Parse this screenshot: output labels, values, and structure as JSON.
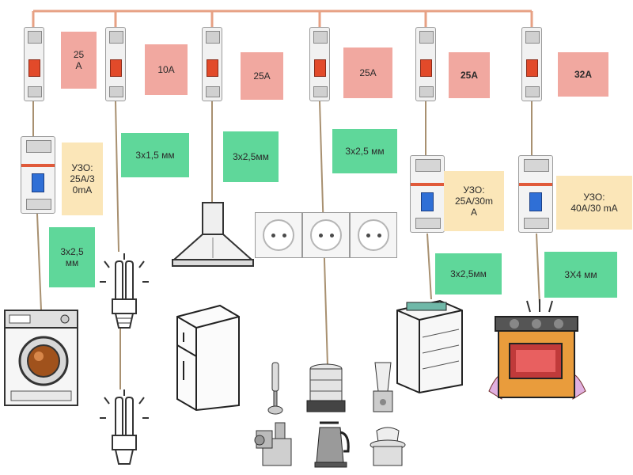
{
  "breakers": [
    {
      "label": "25\nА",
      "bold": false
    },
    {
      "label": "10А",
      "bold": false
    },
    {
      "label": "25А",
      "bold": false
    },
    {
      "label": "25А",
      "bold": false
    },
    {
      "label": "25А",
      "bold": true
    },
    {
      "label": "32А",
      "bold": true
    }
  ],
  "rcd_labels": [
    "УЗО:\n25А/3\n0mA",
    "УЗО:\n25А/30m\nA",
    "УЗО:\n40А/30 mA"
  ],
  "cables": [
    "3х2,5\nмм",
    "3х1,5 мм",
    "3х2,5мм",
    "3х2,5 мм",
    "3х2,5мм",
    "3Х4 мм"
  ],
  "colors": {
    "wire": "#e7a184",
    "breaker_label": "#f1a8a0",
    "cable_label": "#5fd79a",
    "rcd_label": "#fbe6b8"
  },
  "icons": [
    "circuit-breaker-icon",
    "rcd-icon",
    "socket-icon",
    "washing-machine-icon",
    "energy-saving-lamp-icon",
    "range-hood-icon",
    "refrigerator-icon",
    "dishwasher-icon",
    "electric-stove-icon",
    "kettle-icon",
    "food-processor-icon",
    "blender-icon",
    "meat-grinder-icon",
    "steamer-icon",
    "juicer-icon",
    "hand-blender-icon"
  ]
}
